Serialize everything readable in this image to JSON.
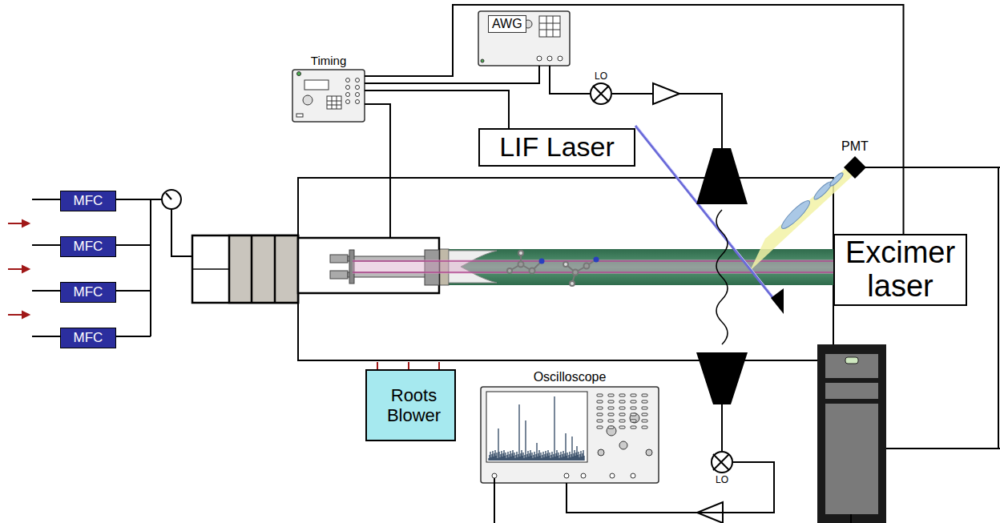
{
  "diagram": {
    "nodes": [
      {
        "text": [
          "Timing"
        ]
      },
      {
        "text": [
          "AWG"
        ]
      },
      {
        "text": [
          "LIF Laser"
        ]
      },
      {
        "text": [
          "MFC"
        ]
      },
      {
        "text": [
          "MFC"
        ]
      },
      {
        "text": [
          "MFC"
        ]
      },
      {
        "text": [
          "MFC"
        ]
      },
      {
        "text": [
          "Roots Blower"
        ]
      },
      {
        "text": [
          "Oscilloscope"
        ]
      },
      {
        "text": [
          "Excimer laser"
        ]
      },
      {
        "text": [
          "PMT"
        ]
      },
      {
        "text": [
          "LO"
        ]
      },
      {
        "text": [
          "LO"
        ]
      }
    ],
    "edges": [
      {
        "from": 0,
        "to": 9,
        "arrow": "none"
      },
      {
        "from": 0,
        "to": 1,
        "arrow": "none"
      },
      {
        "from": 0,
        "to": 2,
        "arrow": "none"
      },
      {
        "from": 1,
        "to": 11,
        "arrow": "none"
      },
      {
        "from": 12,
        "to": 8,
        "arrow": "none"
      }
    ]
  }
}
